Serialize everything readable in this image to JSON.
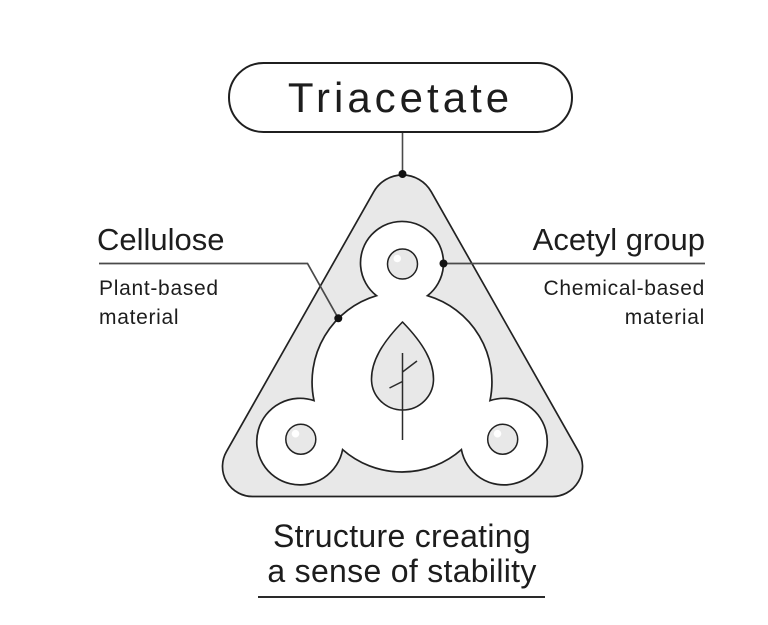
{
  "title": "Triacetate",
  "left_label": {
    "title": "Cellulose",
    "line1": "Plant-based",
    "line2": "material"
  },
  "right_label": {
    "title": "Acetyl group",
    "line1": "Chemical-based",
    "line2": "material"
  },
  "caption": {
    "line1": "Structure creating",
    "line2": "a sense of stability"
  },
  "colors": {
    "background": "#ffffff",
    "shape_fill": "#e8e8e8",
    "molecule_fill": "#ffffff",
    "outline": "#222222",
    "connector": "#4a4a4a",
    "text": "#1d1d1d",
    "dot": "#111111",
    "node_highlight": "#ffffff"
  }
}
